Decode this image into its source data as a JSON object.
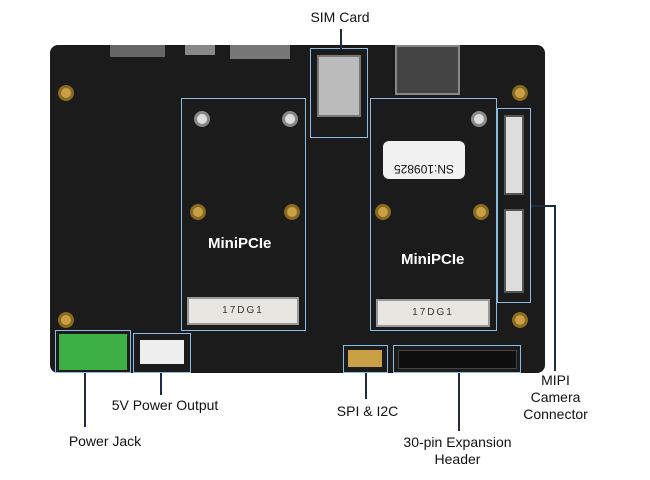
{
  "labels": {
    "sim_card": "SIM Card",
    "minipcie_left": "MiniPCIe",
    "minipcie_right": "MiniPCIe",
    "power_output": "5V Power Output",
    "power_jack": "Power Jack",
    "spi_i2c": "SPI & I2C",
    "expansion_header": [
      "30-pin Expansion",
      "Header"
    ],
    "mipi": [
      "MIPI",
      "Camera",
      "Connector"
    ]
  },
  "board_text": {
    "serial": "SN:109825",
    "slot_code": "17DG1"
  },
  "colors": {
    "highlight": "#8cbbe6",
    "board": "#1b1b1b",
    "jack": "#3cb043"
  }
}
